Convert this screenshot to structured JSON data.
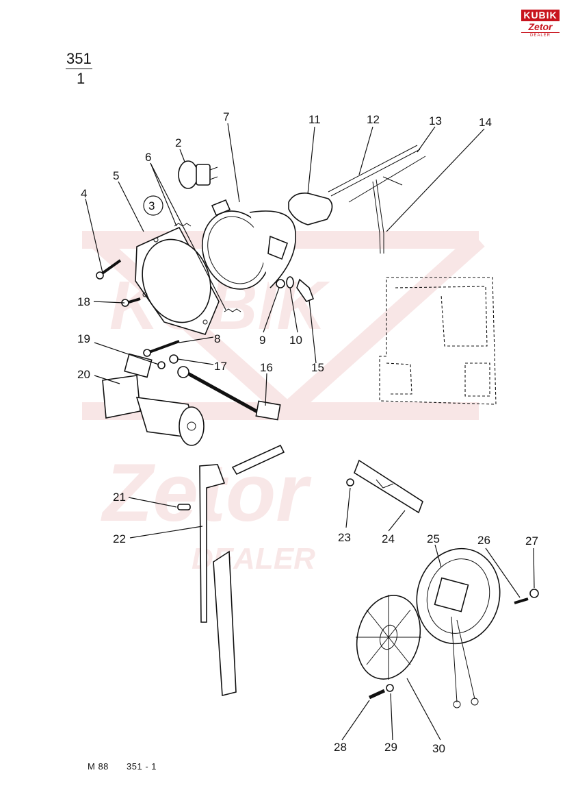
{
  "page_ref": {
    "top": "351",
    "bottom": "1"
  },
  "footer": {
    "code": "M 88",
    "page": "351 - 1"
  },
  "logo": {
    "brand": "KUBIK",
    "maker": "Zetor",
    "sub": "DEALER",
    "color": "#c8141e"
  },
  "assembly_marker": "3",
  "watermark": {
    "word": "KUBIK",
    "brand": "Zetor",
    "sub": "DEALER"
  },
  "callouts": [
    {
      "id": "c1",
      "label": "2"
    },
    {
      "id": "c2",
      "label": "4"
    },
    {
      "id": "c3",
      "label": "5"
    },
    {
      "id": "c4",
      "label": "6"
    },
    {
      "id": "c5",
      "label": "7"
    },
    {
      "id": "c6",
      "label": "8"
    },
    {
      "id": "c7",
      "label": "9"
    },
    {
      "id": "c8",
      "label": "10"
    },
    {
      "id": "c9",
      "label": "11"
    },
    {
      "id": "c10",
      "label": "12"
    },
    {
      "id": "c11",
      "label": "13"
    },
    {
      "id": "c12",
      "label": "14"
    },
    {
      "id": "c13",
      "label": "15"
    },
    {
      "id": "c14",
      "label": "16"
    },
    {
      "id": "c15",
      "label": "17"
    },
    {
      "id": "c16",
      "label": "18"
    },
    {
      "id": "c17",
      "label": "19"
    },
    {
      "id": "c18",
      "label": "20"
    },
    {
      "id": "c19",
      "label": "21"
    },
    {
      "id": "c20",
      "label": "22"
    },
    {
      "id": "c21",
      "label": "23"
    },
    {
      "id": "c22",
      "label": "24"
    },
    {
      "id": "c23",
      "label": "25"
    },
    {
      "id": "c24",
      "label": "26"
    },
    {
      "id": "c25",
      "label": "27"
    },
    {
      "id": "c26",
      "label": "28"
    },
    {
      "id": "c27",
      "label": "29"
    },
    {
      "id": "c28",
      "label": "30"
    }
  ]
}
